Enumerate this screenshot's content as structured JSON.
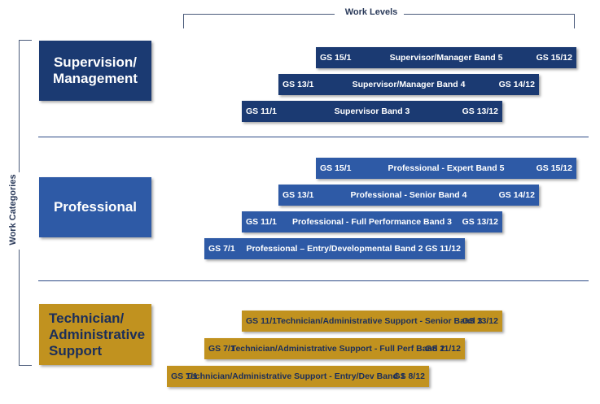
{
  "headers": {
    "work_levels": "Work Levels",
    "work_categories": "Work Categories"
  },
  "categories": {
    "supervision": [
      "Supervision/",
      "Management"
    ],
    "professional": [
      "Professional"
    ],
    "technician": [
      "Technician/",
      "Administrative",
      "Support"
    ]
  },
  "bands": {
    "sup5": {
      "low": "GS 15/1",
      "name": "Supervisor/Manager Band 5",
      "high": "GS 15/12"
    },
    "sup4": {
      "low": "GS 13/1",
      "name": "Supervisor/Manager Band 4",
      "high": "GS 14/12"
    },
    "sup3": {
      "low": "GS 11/1",
      "name": "Supervisor Band 3",
      "high": "GS 13/12"
    },
    "pro5": {
      "low": "GS 15/1",
      "name": "Professional - Expert Band 5",
      "high": "GS 15/12"
    },
    "pro4": {
      "low": "GS 13/1",
      "name": "Professional - Senior Band 4",
      "high": "GS 14/12"
    },
    "pro3": {
      "low": "GS 11/1",
      "name": "Professional - Full Performance Band 3",
      "high": "GS 13/12"
    },
    "pro2": {
      "low": "GS 7/1",
      "name": "Professional – Entry/Developmental Band 2",
      "high": "GS 11/12"
    },
    "tech3": {
      "low": "GS 11/1",
      "name": "Technician/Administrative Support - Senior Band 3",
      "high": "GS 13/12"
    },
    "tech2": {
      "low": "GS 7/1",
      "name": "Technician/Administrative Support - Full Perf Band 2",
      "high": "GS 11/12"
    },
    "tech1": {
      "low": "GS 1/1",
      "name": "Technician/Administrative Support - Entry/Dev Band 1",
      "high": "GS 8/12"
    }
  },
  "colors": {
    "supervision": "#1b3a72",
    "professional": "#2e5aa6",
    "technician": "#c1921f"
  }
}
